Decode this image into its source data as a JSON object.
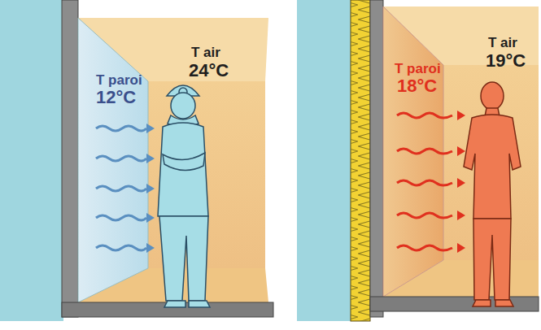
{
  "diagram": {
    "labels": [
      "T air",
      "24°C",
      "T paroi",
      "12°C",
      "T air",
      "19°C",
      "T paroi",
      "18°C"
    ]
  }
}
